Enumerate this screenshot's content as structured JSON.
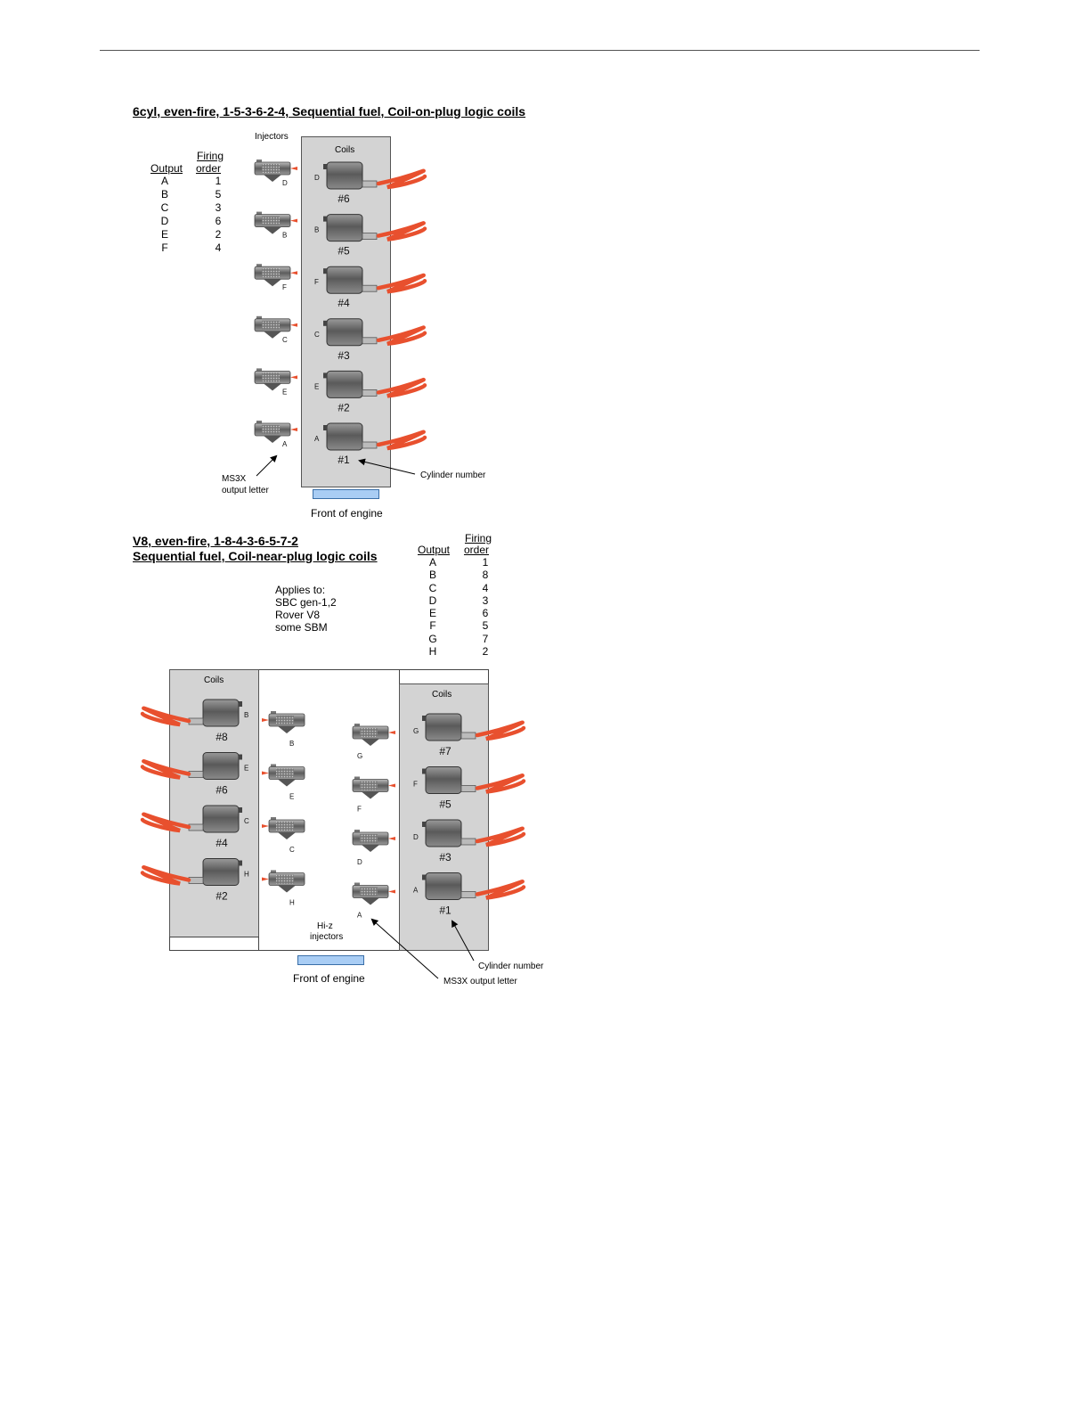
{
  "diagram1": {
    "title": "6cyl, even-fire, 1-5-3-6-2-4, Sequential fuel, Coil-on-plug logic coils",
    "injectors_label": "Injectors",
    "coils_label": "Coils",
    "table_headers": {
      "output": "Output",
      "firing_line1": "Firing",
      "firing_line2": "order"
    },
    "table_rows": [
      {
        "output": "A",
        "order": "1"
      },
      {
        "output": "B",
        "order": "5"
      },
      {
        "output": "C",
        "order": "3"
      },
      {
        "output": "D",
        "order": "6"
      },
      {
        "output": "E",
        "order": "2"
      },
      {
        "output": "F",
        "order": "4"
      }
    ],
    "rows": [
      {
        "injector": "D",
        "coil_letter": "D",
        "cylinder": "#6"
      },
      {
        "injector": "B",
        "coil_letter": "B",
        "cylinder": "#5"
      },
      {
        "injector": "F",
        "coil_letter": "F",
        "cylinder": "#4"
      },
      {
        "injector": "C",
        "coil_letter": "C",
        "cylinder": "#3"
      },
      {
        "injector": "E",
        "coil_letter": "E",
        "cylinder": "#2"
      },
      {
        "injector": "A",
        "coil_letter": "A",
        "cylinder": "#1"
      }
    ],
    "ms3x_label_line1": "MS3X",
    "ms3x_label_line2": "output letter",
    "cylinder_number_label": "Cylinder number",
    "front_label": "Front of engine"
  },
  "diagram2": {
    "title_line1": "V8, even-fire, 1-8-4-3-6-5-7-2",
    "title_line2": "Sequential fuel, Coil-near-plug logic coils",
    "applies_to": [
      "Applies to:",
      "SBC gen-1,2",
      "Rover V8",
      "some SBM"
    ],
    "table_headers": {
      "output": "Output",
      "firing_line1": "Firing",
      "firing_line2": "order"
    },
    "table_rows": [
      {
        "output": "A",
        "order": "1"
      },
      {
        "output": "B",
        "order": "8"
      },
      {
        "output": "C",
        "order": "4"
      },
      {
        "output": "D",
        "order": "3"
      },
      {
        "output": "E",
        "order": "6"
      },
      {
        "output": "F",
        "order": "5"
      },
      {
        "output": "G",
        "order": "7"
      },
      {
        "output": "H",
        "order": "2"
      }
    ],
    "coils_label_left": "Coils",
    "coils_label_right": "Coils",
    "left_bank": [
      {
        "coil_letter": "B",
        "cylinder": "#8",
        "injector": "B"
      },
      {
        "coil_letter": "E",
        "cylinder": "#6",
        "injector": "E"
      },
      {
        "coil_letter": "C",
        "cylinder": "#4",
        "injector": "C"
      },
      {
        "coil_letter": "H",
        "cylinder": "#2",
        "injector": "H"
      }
    ],
    "right_bank": [
      {
        "coil_letter": "G",
        "cylinder": "#7",
        "injector": "G"
      },
      {
        "coil_letter": "F",
        "cylinder": "#5",
        "injector": "F"
      },
      {
        "coil_letter": "D",
        "cylinder": "#3",
        "injector": "D"
      },
      {
        "coil_letter": "A",
        "cylinder": "#1",
        "injector": "A"
      }
    ],
    "hiz_line1": "Hi-z",
    "hiz_line2": "injectors",
    "cylinder_number_label": "Cylinder number",
    "ms3x_label": "MS3X output letter",
    "front_label": "Front of engine"
  },
  "colors": {
    "panel": "#d3d3d3",
    "wire": "#e8502e",
    "front_bar": "#a9cdf4",
    "coil_body": "#6e6e6e"
  }
}
